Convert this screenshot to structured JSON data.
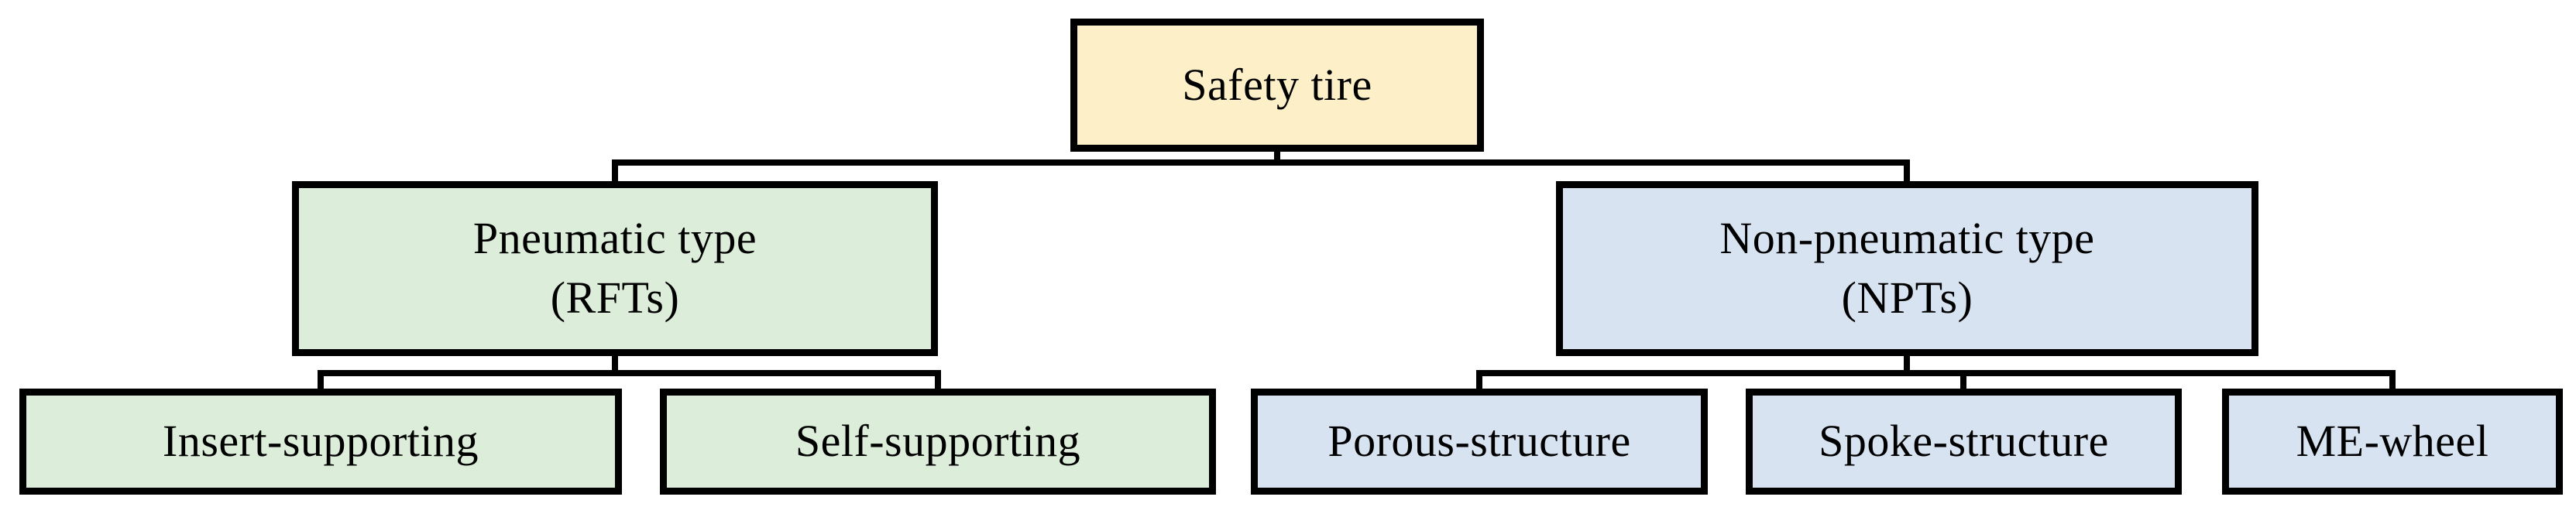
{
  "diagram": {
    "type": "tree",
    "background": "#FFFFFF",
    "line_color": "#000000",
    "border_color": "#000000",
    "text_color": "#000000",
    "nodes": {
      "root": {
        "label": "Safety tire",
        "fill": "#FDF0C8",
        "level": 1
      },
      "pneumatic": {
        "label": "Pneumatic type\n(RFTs)",
        "fill": "#DCEEDA",
        "level": 2
      },
      "non_pneumatic": {
        "label": "Non-pneumatic type\n(NPTs)",
        "fill": "#D7E3F1",
        "level": 2
      },
      "insert_supporting": {
        "label": "Insert-supporting",
        "fill": "#DCEEDA",
        "level": 3
      },
      "self_supporting": {
        "label": "Self-supporting",
        "fill": "#DCEEDA",
        "level": 3
      },
      "porous_structure": {
        "label": "Porous-structure",
        "fill": "#D7E3F1",
        "level": 3
      },
      "spoke_structure": {
        "label": "Spoke-structure",
        "fill": "#D7E3F1",
        "level": 3
      },
      "me_wheel": {
        "label": "ME-wheel",
        "fill": "#D7E3F1",
        "level": 3
      }
    },
    "edges": [
      {
        "from": "root",
        "to": "pneumatic"
      },
      {
        "from": "root",
        "to": "non_pneumatic"
      },
      {
        "from": "pneumatic",
        "to": "insert_supporting"
      },
      {
        "from": "pneumatic",
        "to": "self_supporting"
      },
      {
        "from": "non_pneumatic",
        "to": "porous_structure"
      },
      {
        "from": "non_pneumatic",
        "to": "spoke_structure"
      },
      {
        "from": "non_pneumatic",
        "to": "me_wheel"
      }
    ]
  }
}
